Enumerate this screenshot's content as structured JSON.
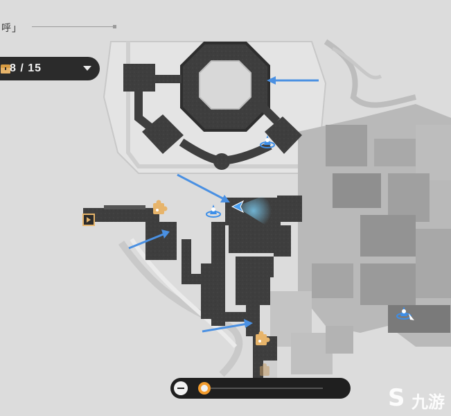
{
  "map": {
    "title": "呼」",
    "collectible_counter": "8 / 15",
    "counter_icon": "chest-icon",
    "dropdown_icon": "caret-down-icon"
  },
  "zoom": {
    "level": 0.05,
    "out_icon": "minus-icon"
  },
  "markers": {
    "teleport_icon": "space-anchor-icon",
    "puzzle_icon": "puzzle-piece-icon",
    "player_icon": "player-arrow-icon",
    "exit_icon": "exit-door-icon",
    "guide_arrow_color": "#4a90e2",
    "teleport_color": "#3d8ee8",
    "puzzle_color": "#e7b46a"
  },
  "watermark": {
    "logo_glyph": "S",
    "logo_text": "九游"
  }
}
